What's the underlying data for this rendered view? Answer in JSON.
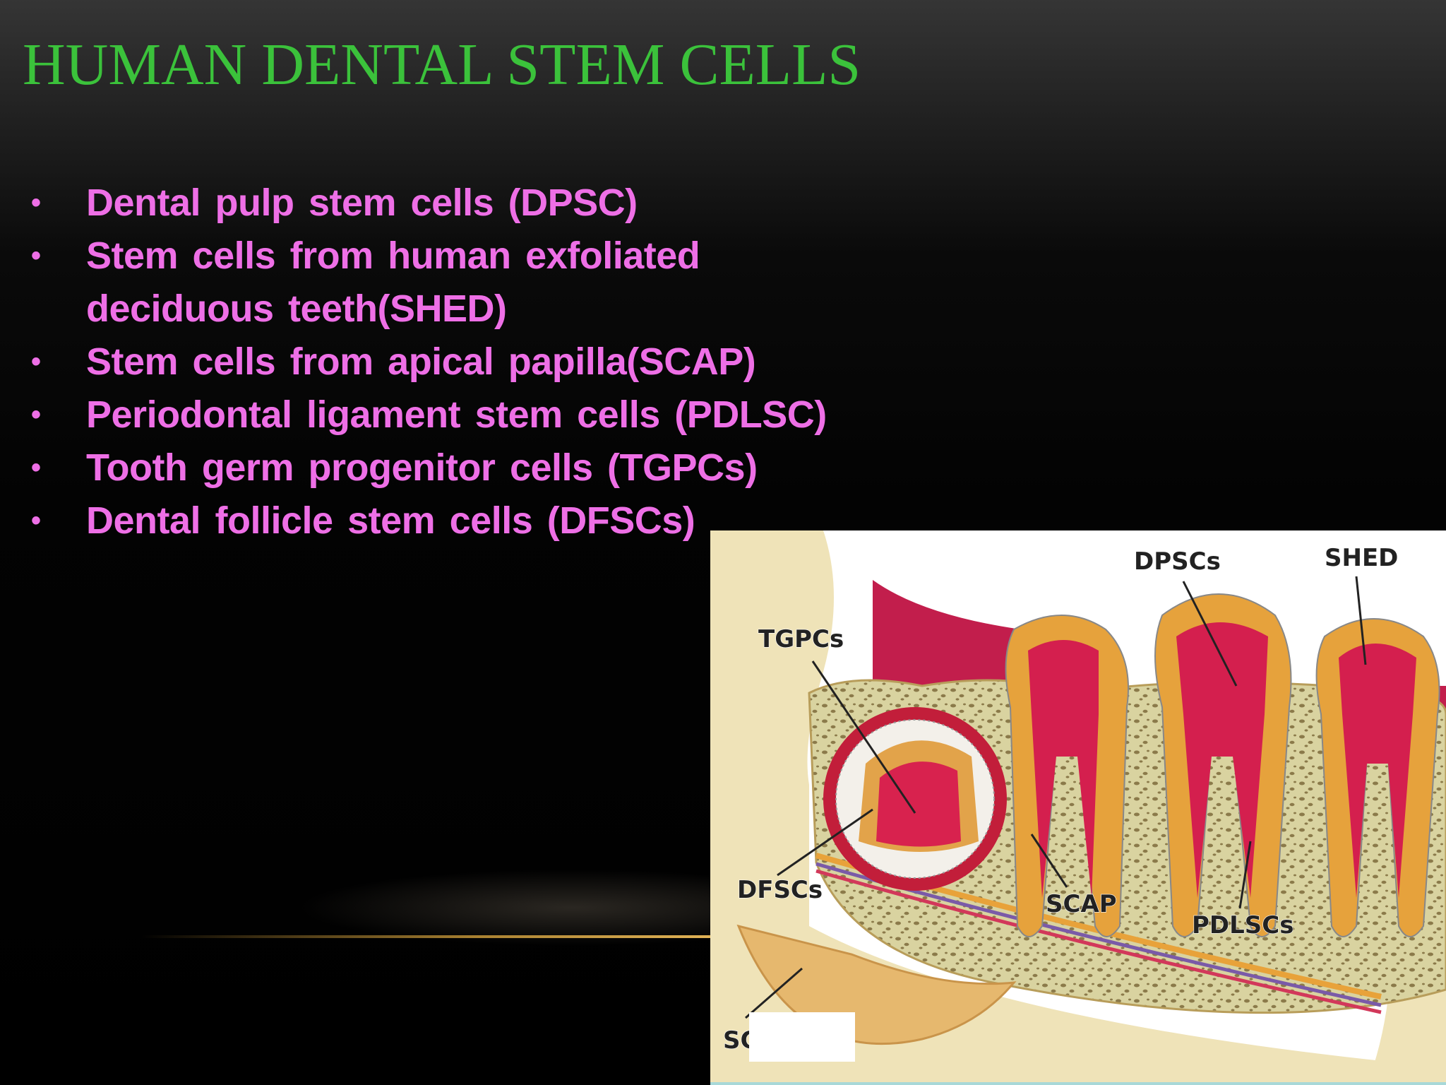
{
  "slide": {
    "title": "HUMAN DENTAL STEM CELLS",
    "bullets": [
      "Dental  pulp  stem  cells (DPSC)",
      "Stem cells from human exfoliated deciduous teeth(SHED)",
      "Stem cells from apical papilla(SCAP)",
      "Periodontal  ligament  stem  cells (PDLSC)",
      "Tooth  germ  progenitor  cells (TGPCs)",
      "Dental   follicle  stem  cells (DFSCs)"
    ]
  },
  "figure": {
    "labels": {
      "dpscs": "DPSCs",
      "shed": "SHED",
      "tgpcs": "TGPCs",
      "dfscs": "DFSCs",
      "scap": "SCAP",
      "pdlscs": "PDLSCs",
      "sc_partial": "SC"
    }
  }
}
